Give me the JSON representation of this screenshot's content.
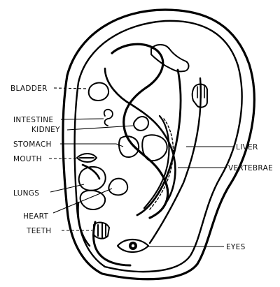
{
  "labels": {
    "bladder": "BLADDER",
    "intestine": "INTESTINE",
    "kidney": "KIDNEY",
    "stomach": "STOMACH",
    "mouth": "MOUTH",
    "lungs": "LUNGS",
    "heart": "HEART",
    "teeth": "TEETH",
    "liver": "LIVER",
    "vertebrae": "VERTEBRAE",
    "eyes": "EYES"
  }
}
